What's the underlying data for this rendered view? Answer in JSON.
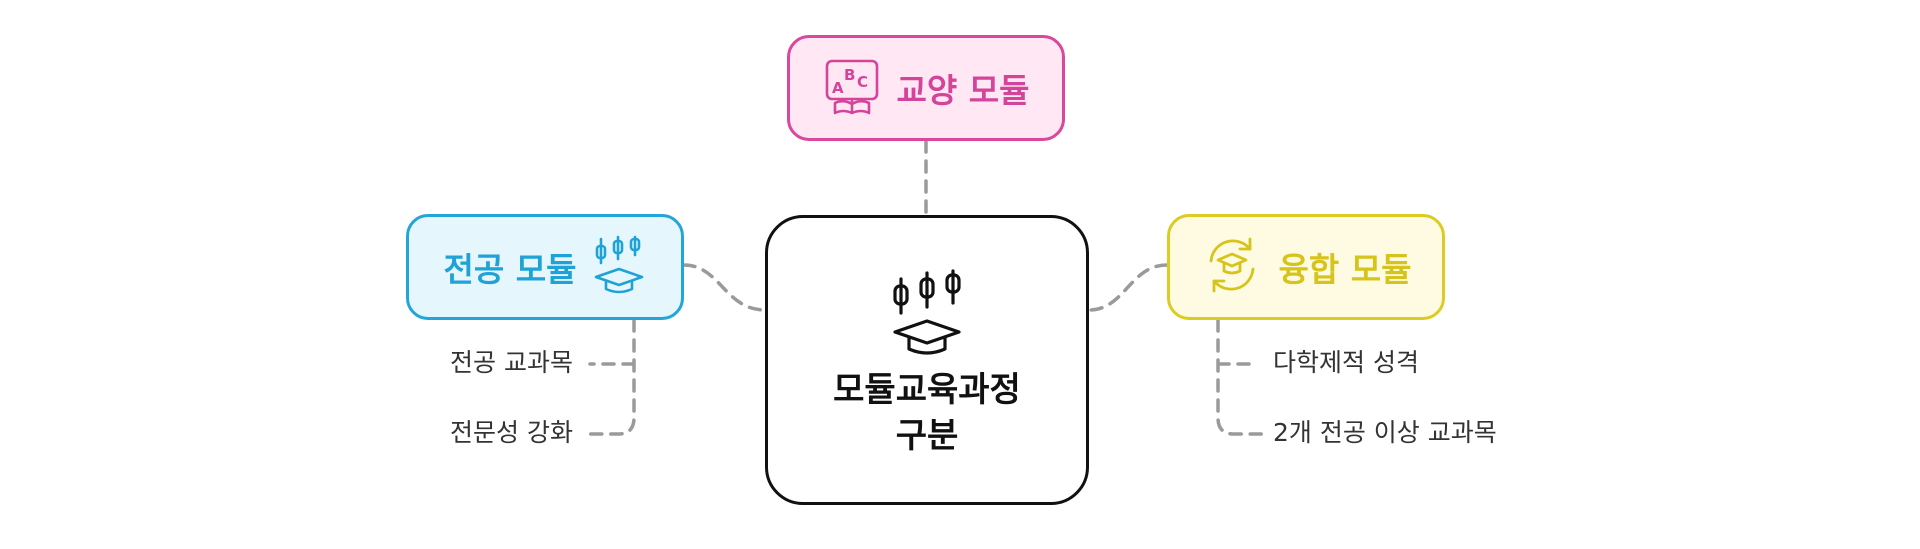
{
  "center": {
    "title_line1": "모듈교육과정",
    "title_line2": "구분",
    "icon": "graduation-cap-candlestick-icon"
  },
  "modules": {
    "general": {
      "label": "교양 모듈",
      "icon": "abc-book-icon",
      "color": "#d4449a",
      "background": "#ffe8f4"
    },
    "major": {
      "label": "전공 모듈",
      "icon": "graduation-cap-candlestick-icon",
      "color": "#1fa2d6",
      "background": "#e5f7fd",
      "items": [
        "전공 교과목",
        "전문성 강화"
      ]
    },
    "convergence": {
      "label": "융합 모듈",
      "icon": "cycle-graduation-cap-icon",
      "color": "#d6c41a",
      "background": "#fffbe3",
      "items": [
        "다학제적 성격",
        "2개 전공 이상 교과목"
      ]
    }
  }
}
